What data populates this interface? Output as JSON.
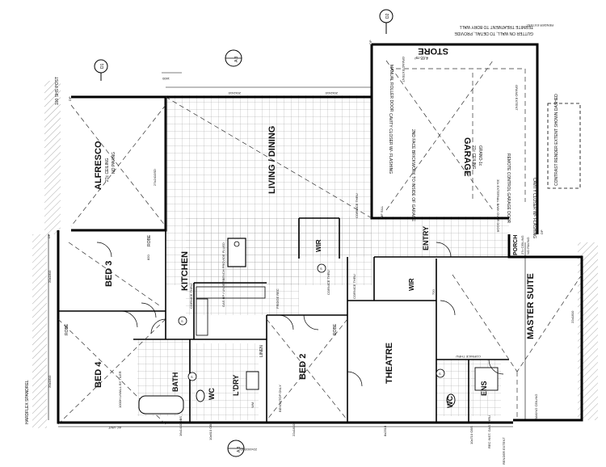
{
  "rooms": {
    "store": "STORE",
    "garage": "GARAGE",
    "alfresco": "ALFRESCO",
    "living_dining": "LIVING / DINING",
    "bed3": "BED 3",
    "kitchen": "KITCHEN",
    "bed4": "BED 4",
    "bath": "BATH",
    "wc1": "WC",
    "ldry": "L'DRY",
    "bed2": "BED 2",
    "theatre": "THEATRE",
    "entry": "ENTRY",
    "master_suite": "MASTER SUITE",
    "ens": "ENS",
    "wc2": "WC",
    "wir1": "WIR",
    "wir2": "WIR",
    "robe1": "ROBE",
    "robe2": "ROBE",
    "robe3": "ROBE",
    "porch": "PORCH",
    "linen": "LINEN"
  },
  "notes": {
    "termite": "TERMITE TREATMENT TO BDRY WALL",
    "gutter": "GUTTER ON WALL, TO DETAIL, PROVIDE",
    "render_extent": "RENDER EXTENT",
    "ceiling_store": "4.65 m²",
    "alfresco_ceiling": "27c CEILING",
    "alfresco_paving": "NO PAVING",
    "garage_ceiling": "27c CEILING",
    "garage_grano": "GRANO-1c",
    "remote_door": "REMOTE CONTROL GARAGE DOOR",
    "cavity1": "CAVITY CLOSER W/- FLASHING",
    "cavity2": "CAVITY CLOSER W/- FLASHING",
    "face_brick": "2ND FACE BRICKWORK TO INSIDE OF GARAGE",
    "manual_roller": "MANUAL ROLLER DOOR",
    "grano_extent1": "GRANO EXTENT",
    "grano_extent2": "GRANO EXTENT",
    "external": "30c EXTERNAL B/WK OVER DOOR",
    "contrast": "CONTRAST RENDER EXTENT SHOWN DASHED",
    "porch_ceiling": "27c CEILING",
    "porch_paving": "NO PAVING",
    "hardflex": "HARDFLEX SPANDREL",
    "sun_post": "100 SHS POST",
    "cornice1": "CORNICE THRU",
    "cornice2": "CORNICE THRU",
    "cornice3": "CORNICE THRU",
    "cornice4": "CORNICE THRU",
    "cornice5": "CORNICE THRU",
    "wall_tiler": "1000H L/WALL BY TILER",
    "benchtop": "BENCHTOP ONLY",
    "fridge": "FRIDGE REC",
    "gas_hp": "GAS HP / UNDERBENCH PROVIDE FLUED",
    "gas_inst": "REC INST. GAS THRU",
    "raking": "RAKING CEILING",
    "render_extent2": "RENDER EXTENT",
    "ac_unit": "AC UNIT",
    "wm": "WM",
    "mf_sill": "MF SILL"
  },
  "dims": {
    "d1": "20x2410",
    "d2": "20x2410",
    "d3": "27x2410SD",
    "d4": "16x1410 OBS",
    "d5": "10x610 OBS",
    "d6": "22x1610SD",
    "d7": "22x1810",
    "d8": "8x2510",
    "d9": "10x710 OBS",
    "d10": "20x1810",
    "d11": "20x1810",
    "d12": "22x1810",
    "d13": "1600",
    "d14": "820",
    "d15": "720"
  },
  "markers": {
    "d1": "D1",
    "d2": "D2",
    "a3_top": "A 3",
    "a3_bottom": "A 3",
    "dp1": "DP",
    "dp2": "DP",
    "dp3": "DP",
    "dp4": "DP",
    "s1": "S",
    "s2": "S",
    "s3": "S",
    "s4": "S"
  }
}
